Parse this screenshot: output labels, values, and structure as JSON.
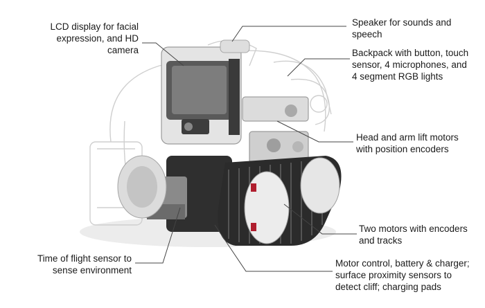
{
  "labels": {
    "lcd": [
      "LCD display for facial",
      "expression, and HD",
      "camera"
    ],
    "speaker": [
      "Speaker for sounds and",
      "speech"
    ],
    "backpack": [
      "Backpack with button, touch",
      "sensor, 4 microphones, and",
      "4 segment RGB lights"
    ],
    "head_motors": [
      "Head and arm lift motors",
      "with position encoders"
    ],
    "track_motors": [
      "Two motors with encoders",
      "and tracks"
    ],
    "tof": [
      "Time of flight sensor to",
      "sense environment"
    ],
    "motor_control": [
      "Motor control, battery & charger;",
      "surface proximity sensors to",
      "detect cliff; charging pads"
    ]
  },
  "colors": {
    "line": "#444444",
    "ghost": "#c9c9c9",
    "tread": "#2b2b2b",
    "screen": "#4a4a4a",
    "accent": "#b01e2e"
  }
}
